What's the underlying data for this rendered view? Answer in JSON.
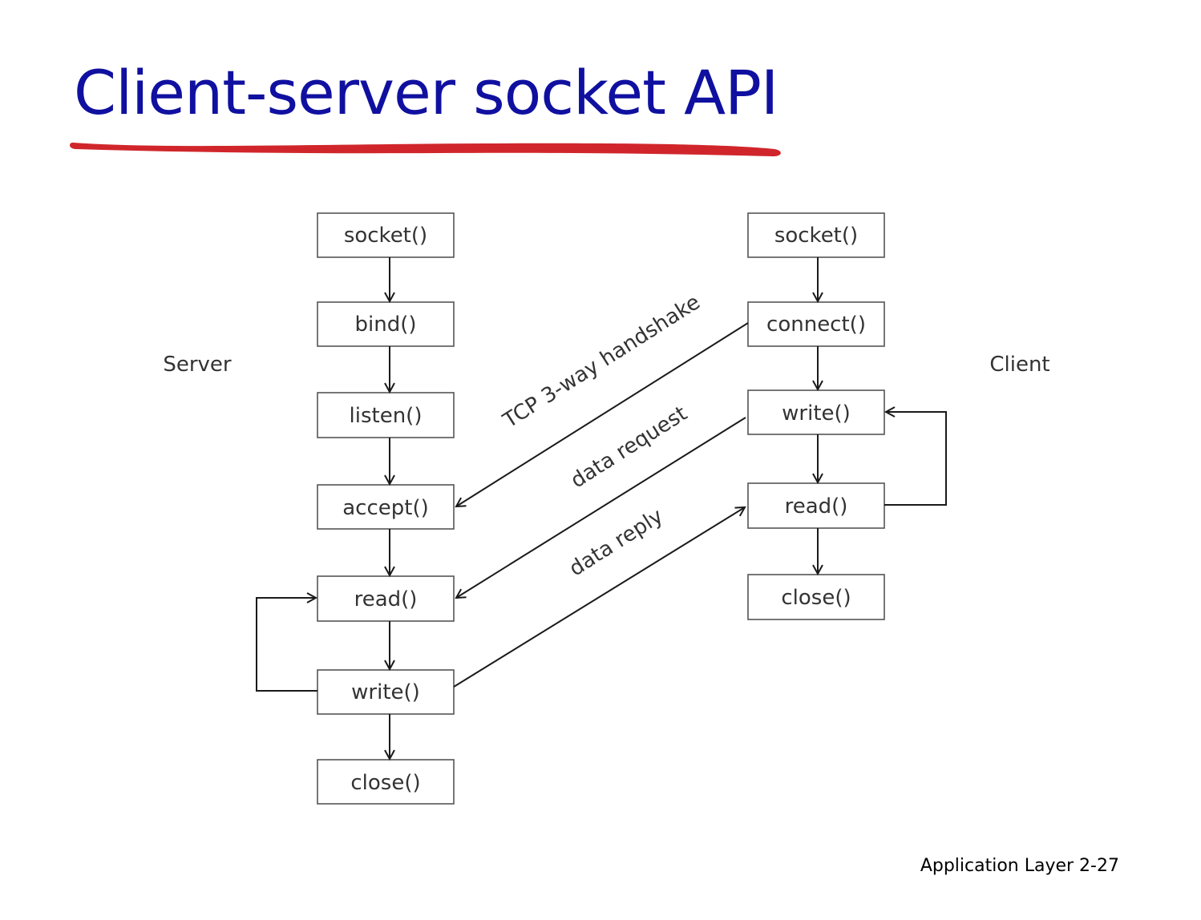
{
  "slide": {
    "title": "Client-server socket API",
    "footer": "Application Layer 2-27"
  },
  "colors": {
    "title": "#1010a0",
    "underline": "#d0262b",
    "box_border": "#555555",
    "text": "#333333",
    "arrow": "#1a1a1a"
  },
  "diagram": {
    "server": {
      "label": "Server",
      "steps": [
        "socket()",
        "bind()",
        "listen()",
        "accept()",
        "read()",
        "write()",
        "close()"
      ]
    },
    "client": {
      "label": "Client",
      "steps": [
        "socket()",
        "connect()",
        "write()",
        "read()",
        "close()"
      ]
    },
    "messages": [
      {
        "label": "TCP 3-way handshake",
        "from": "client.connect()",
        "to": "server.accept()"
      },
      {
        "label": "data request",
        "from": "client.write()",
        "to": "server.read()"
      },
      {
        "label": "data reply",
        "from": "server.write()",
        "to": "client.read()"
      }
    ],
    "loops": [
      {
        "side": "server",
        "from": "write()",
        "to": "read()"
      },
      {
        "side": "client",
        "from": "read()",
        "to": "write()"
      }
    ]
  }
}
